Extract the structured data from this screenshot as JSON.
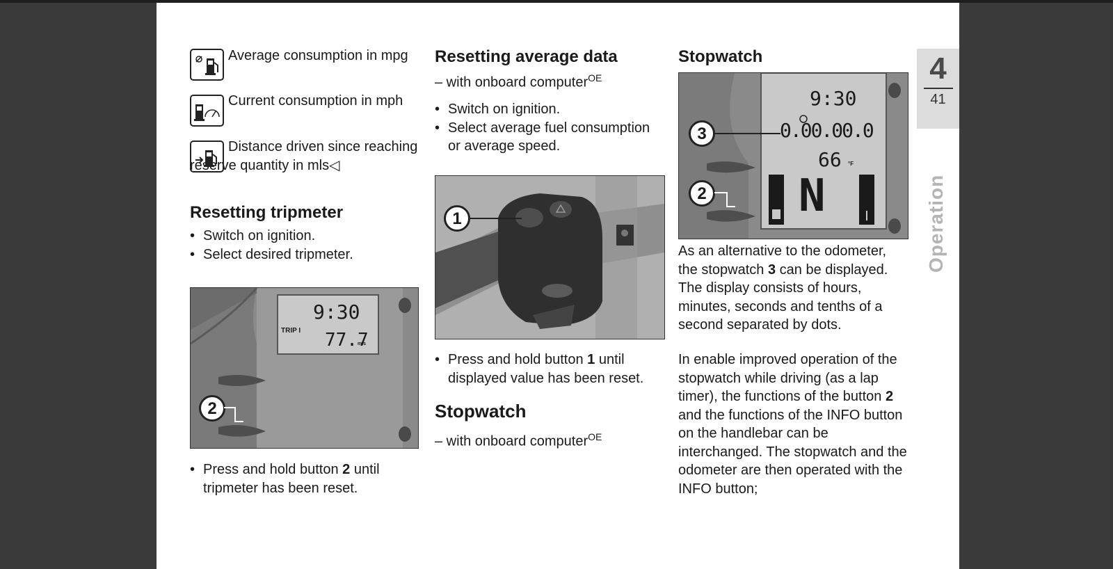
{
  "page": {
    "chapter": "4",
    "page_number": "41",
    "section_tab": "Operation"
  },
  "col1": {
    "symbols": [
      {
        "icon": "average-consumption-icon",
        "text": "Average consumption in mpg"
      },
      {
        "icon": "current-consumption-icon",
        "text": "Current consumption in mph"
      },
      {
        "icon": "reserve-distance-icon",
        "text": "Distance driven since reaching reserve quantity in mls◁"
      }
    ],
    "heading": "Resetting tripmeter",
    "bullets": [
      "Switch on ignition.",
      "Select desired tripmeter."
    ],
    "figure": {
      "time": "9:30",
      "label": "TRIP I",
      "value": "77.7",
      "unit": "mls",
      "callout": "2"
    },
    "final_bullet": {
      "pre": "Press and hold button ",
      "bold": "2",
      "post": " until tripmeter has been reset."
    }
  },
  "col2": {
    "heading": "Resetting average data",
    "sub": "– with onboard computer",
    "sub_sup": "OE",
    "bullets": [
      "Switch on ignition.",
      "Select average fuel consumption or average speed."
    ],
    "figure": {
      "callout": "1"
    },
    "press_bullet": {
      "pre": "Press and hold button ",
      "bold": "1",
      "post": " until displayed value has been reset."
    },
    "heading2": "Stopwatch",
    "sub2": "– with onboard computer",
    "sub2_sup": "OE"
  },
  "col3": {
    "heading": "Stopwatch",
    "figure": {
      "time": "9:30",
      "stopwatch": "0.00.00.0",
      "temp": "66",
      "temp_unit": "°F",
      "gear": "N",
      "callout3": "3",
      "callout2": "2"
    },
    "para1_a": "As an alternative to the odometer, the stopwatch ",
    "para1_bold": "3",
    "para1_b": " can be displayed. The display consists of hours, minutes, seconds and tenths of a second separated by dots.",
    "para2_a": "In enable improved operation of the stopwatch while driving (as a lap timer), the functions of the button ",
    "para2_bold": "2",
    "para2_b": " and the functions of the INFO button on the handlebar can be interchanged. The stopwatch and the odometer are then operated with the INFO button;"
  }
}
